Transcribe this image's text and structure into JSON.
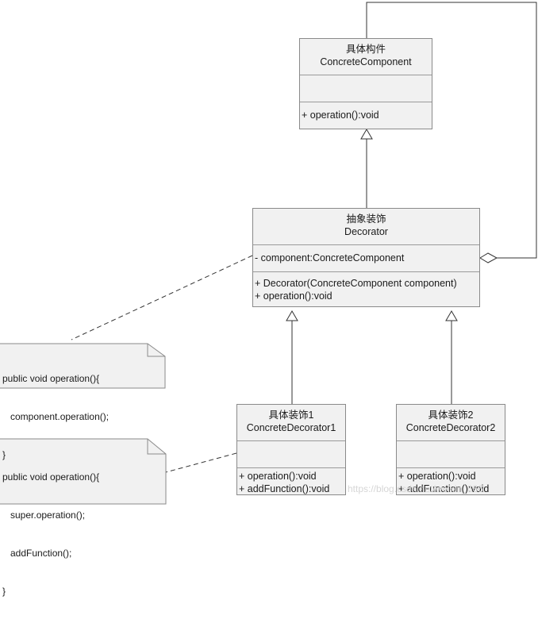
{
  "classes": {
    "component": {
      "title_cn": "具体构件",
      "title_en": "ConcreteComponent",
      "operations": [
        "+ operation():void"
      ]
    },
    "decorator": {
      "title_cn": "抽象装饰",
      "title_en": "Decorator",
      "attribute": "- component:ConcreteComponent",
      "operations": [
        "+ Decorator(ConcreteComponent component)",
        "+ operation():void"
      ]
    },
    "decorator1": {
      "title_cn": "具体装饰1",
      "title_en": "ConcreteDecorator1",
      "operations": [
        "+ operation():void",
        "+ addFunction():void"
      ]
    },
    "decorator2": {
      "title_cn": "具体装饰2",
      "title_en": "ConcreteDecorator2",
      "operations": [
        "+ operation():void",
        "+ addFunction():void"
      ]
    }
  },
  "notes": {
    "note1": [
      "public void operation(){",
      "   component.operation();",
      "}"
    ],
    "note2": [
      "public void operation(){",
      "   super.operation();",
      "   addFunction();",
      "}"
    ]
  },
  "watermark": "https://blog.csdn.net/weixin_666"
}
